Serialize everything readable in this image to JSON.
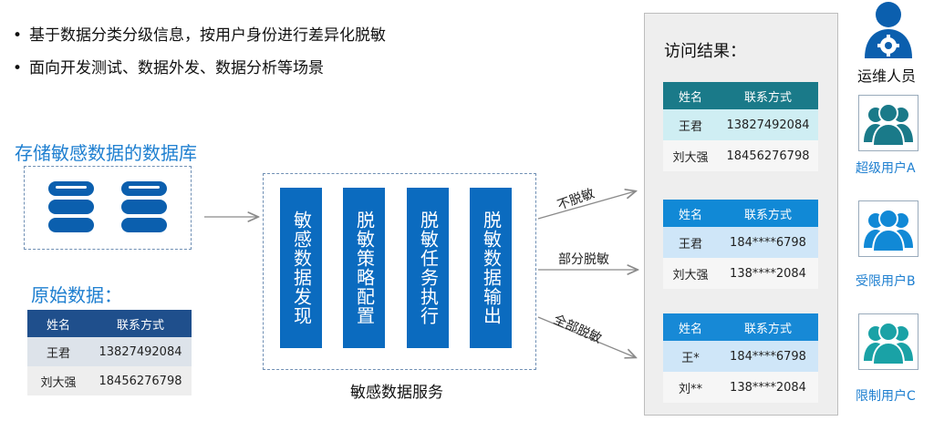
{
  "bullets": [
    "基于数据分类分级信息，按用户身份进行差异化脱敏",
    "面向开发测试、数据外发、数据分析等场景"
  ],
  "bullet_symbol": "•",
  "db_title": "存储敏感数据的数据库",
  "orig_title": "原始数据：",
  "orig_table": {
    "headers": [
      "姓名",
      "联系方式"
    ],
    "rows": [
      [
        "王君",
        "13827492084"
      ],
      [
        "刘大强",
        "18456276798"
      ]
    ]
  },
  "service": {
    "boxes": [
      "敏感数据发现",
      "脱敏策略配置",
      "脱敏任务执行",
      "脱敏数据输出"
    ],
    "label": "敏感数据服务"
  },
  "arrows": [
    "不脱敏",
    "部分脱敏",
    "全部脱敏"
  ],
  "result_title": "访问结果：",
  "results": [
    {
      "headers": [
        "姓名",
        "联系方式"
      ],
      "rows": [
        [
          "王君",
          "13827492084"
        ],
        [
          "刘大强",
          "18456276798"
        ]
      ]
    },
    {
      "headers": [
        "姓名",
        "联系方式"
      ],
      "rows": [
        [
          "王君",
          "184****6798"
        ],
        [
          "刘大强",
          "138****2084"
        ]
      ]
    },
    {
      "headers": [
        "姓名",
        "联系方式"
      ],
      "rows": [
        [
          "王*",
          "184****6798"
        ],
        [
          "刘**",
          "138****2084"
        ]
      ]
    }
  ],
  "admin_label": "运维人员",
  "users": [
    "超级用户A",
    "受限用户B",
    "限制用户C"
  ],
  "colors": {
    "userA": "#1a7a89",
    "userB": "#1189d6",
    "userC": "#1aa2a6",
    "service": "#0b6bbf",
    "accent": "#1e7fd0"
  }
}
